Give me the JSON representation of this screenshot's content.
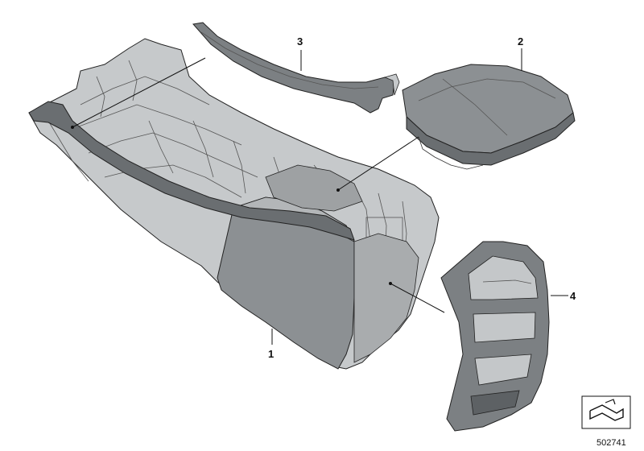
{
  "callouts": {
    "part1": "1",
    "part2": "2",
    "part3": "3",
    "part4": "4"
  },
  "reference_number": "502741",
  "colors": {
    "part_fill": "#8c9093",
    "part_dark": "#6a6e71",
    "part_light": "#b3b6b8",
    "frame_fill": "#c4c7c9",
    "line": "#222222"
  }
}
